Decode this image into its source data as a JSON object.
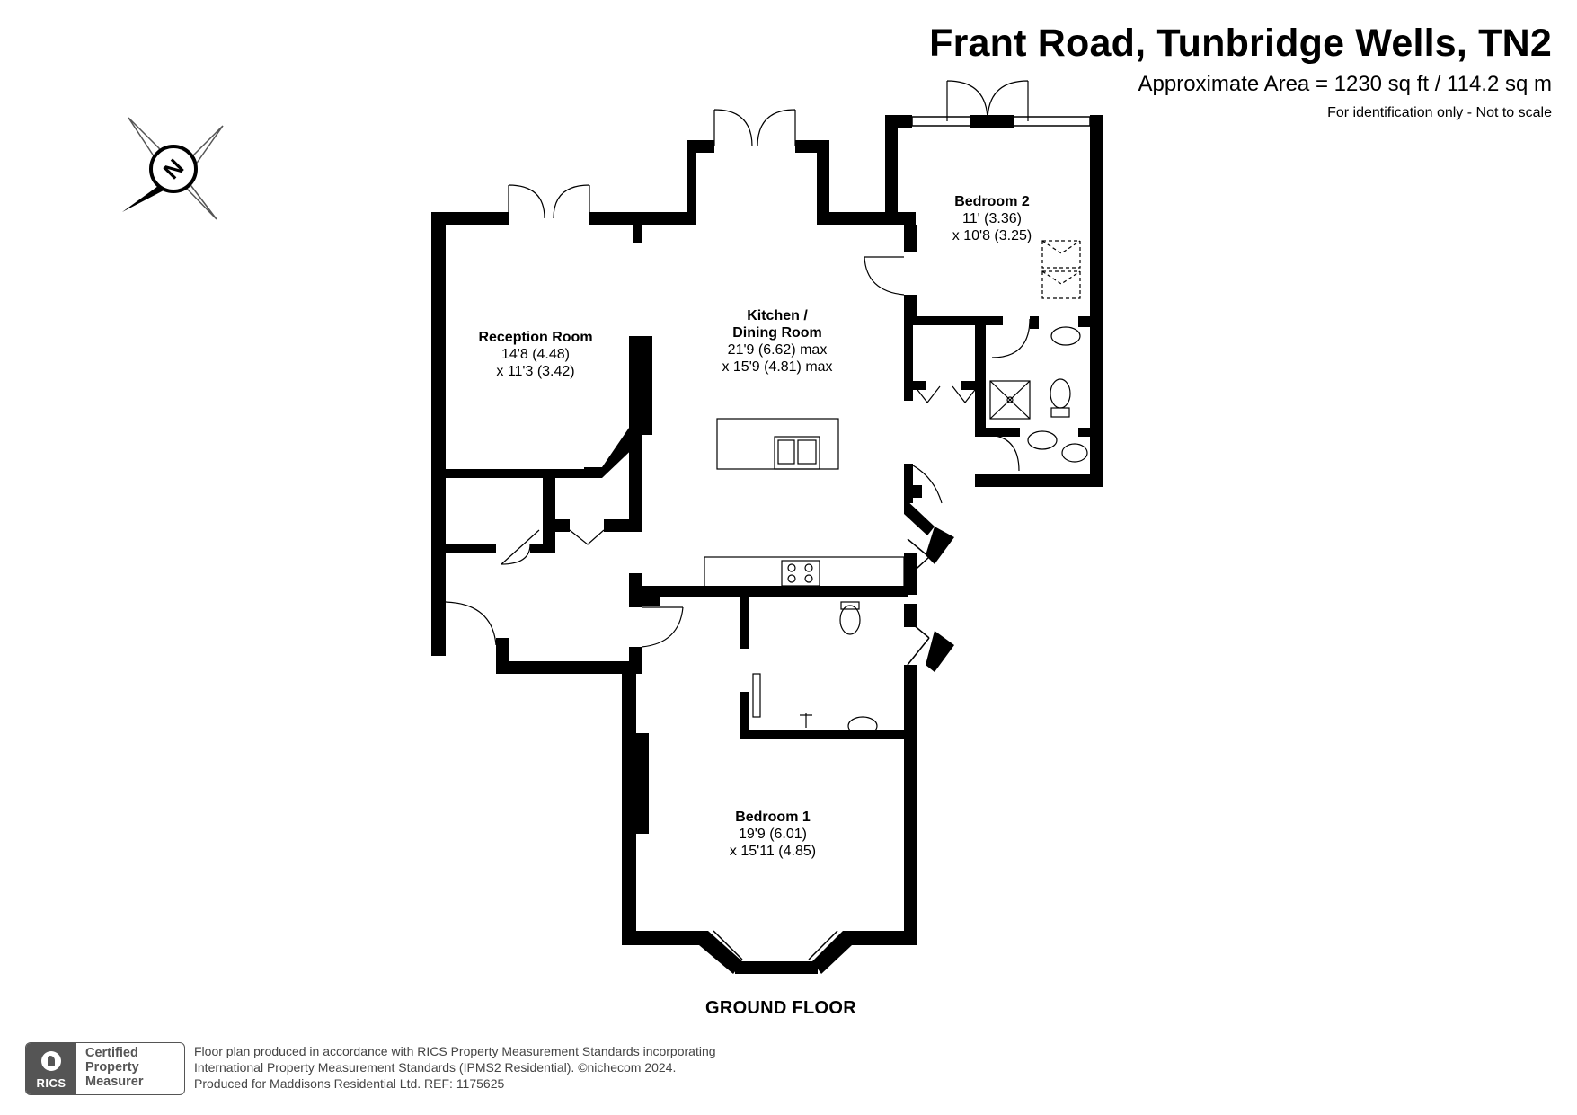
{
  "header": {
    "title": "Frant Road, Tunbridge Wells, TN2",
    "area": "Approximate Area = 1230 sq ft / 114.2 sq m",
    "note": "For identification only - Not to scale"
  },
  "compass": {
    "label": "N",
    "icon": "compass-icon"
  },
  "rooms": {
    "bedroom2": {
      "name": "Bedroom 2",
      "dim1": "11' (3.36)",
      "dim2": "x 10'8 (3.25)"
    },
    "kitchen": {
      "name": "Kitchen /",
      "name2": "Dining Room",
      "dim1": "21'9 (6.62) max",
      "dim2": "x 15'9 (4.81) max"
    },
    "reception": {
      "name": "Reception Room",
      "dim1": "14'8 (4.48)",
      "dim2": "x 11'3 (3.42)"
    },
    "bedroom1": {
      "name": "Bedroom 1",
      "dim1": "19'9 (6.01)",
      "dim2": "x 15'11 (4.85)"
    }
  },
  "floor_label": "GROUND FLOOR",
  "badge": {
    "org": "RICS",
    "line1": "Certified",
    "line2": "Property",
    "line3": "Measurer"
  },
  "footer": {
    "line1": "Floor plan produced in accordance with RICS Property Measurement Standards incorporating",
    "line2": "International Property Measurement Standards (IPMS2 Residential).   ©nichecom 2024.",
    "line3": "Produced for Maddisons Residential Ltd.   REF:  1175625"
  },
  "colors": {
    "wall": "#000000",
    "badge": "#555555",
    "text": "#000000"
  }
}
